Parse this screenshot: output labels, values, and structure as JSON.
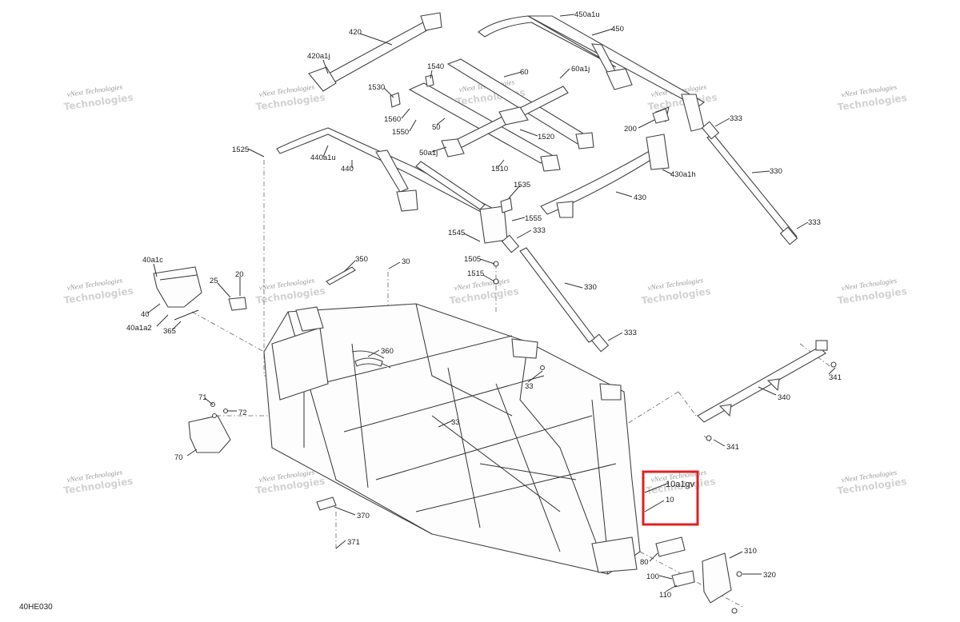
{
  "drawing_code": "40HE030",
  "watermark": {
    "line1": "vNext Technologies",
    "line2": "Technologies"
  },
  "highlight": {
    "color": "#e02020"
  },
  "labels": [
    {
      "id": "420",
      "text": "420"
    },
    {
      "id": "420a1j",
      "text": "420a1j"
    },
    {
      "id": "450a1u",
      "text": "450a1u"
    },
    {
      "id": "450",
      "text": "450"
    },
    {
      "id": "1540",
      "text": "1540"
    },
    {
      "id": "60",
      "text": "60"
    },
    {
      "id": "60a1j",
      "text": "60a1j"
    },
    {
      "id": "1530",
      "text": "1530"
    },
    {
      "id": "1560",
      "text": "1560"
    },
    {
      "id": "50",
      "text": "50"
    },
    {
      "id": "1550",
      "text": "1550"
    },
    {
      "id": "1520",
      "text": "1520"
    },
    {
      "id": "200",
      "text": "200"
    },
    {
      "id": "333a",
      "text": "333"
    },
    {
      "id": "1525",
      "text": "1525"
    },
    {
      "id": "440a1u",
      "text": "440a1u"
    },
    {
      "id": "440",
      "text": "440"
    },
    {
      "id": "50a1j",
      "text": "50a1j"
    },
    {
      "id": "1510",
      "text": "1510"
    },
    {
      "id": "330a",
      "text": "330"
    },
    {
      "id": "430a1h",
      "text": "430a1h"
    },
    {
      "id": "1535",
      "text": "1535"
    },
    {
      "id": "430",
      "text": "430"
    },
    {
      "id": "1555",
      "text": "1555"
    },
    {
      "id": "333b",
      "text": "333"
    },
    {
      "id": "333c",
      "text": "333"
    },
    {
      "id": "1545",
      "text": "1545"
    },
    {
      "id": "40a1c",
      "text": "40a1c"
    },
    {
      "id": "350",
      "text": "350"
    },
    {
      "id": "30",
      "text": "30"
    },
    {
      "id": "1505",
      "text": "1505"
    },
    {
      "id": "1515",
      "text": "1515"
    },
    {
      "id": "25",
      "text": "25"
    },
    {
      "id": "20",
      "text": "20"
    },
    {
      "id": "330b",
      "text": "330"
    },
    {
      "id": "40",
      "text": "40"
    },
    {
      "id": "40a1a2",
      "text": "40a1a2"
    },
    {
      "id": "365",
      "text": "365"
    },
    {
      "id": "333d",
      "text": "333"
    },
    {
      "id": "360",
      "text": "360"
    },
    {
      "id": "341a",
      "text": "341"
    },
    {
      "id": "33a",
      "text": "33"
    },
    {
      "id": "340",
      "text": "340"
    },
    {
      "id": "71",
      "text": "71"
    },
    {
      "id": "72",
      "text": "72"
    },
    {
      "id": "33b",
      "text": "33"
    },
    {
      "id": "341b",
      "text": "341"
    },
    {
      "id": "70",
      "text": "70"
    },
    {
      "id": "10a1gv",
      "text": "10a1gv"
    },
    {
      "id": "10",
      "text": "10"
    },
    {
      "id": "370",
      "text": "370"
    },
    {
      "id": "371",
      "text": "371"
    },
    {
      "id": "310",
      "text": "310"
    },
    {
      "id": "80",
      "text": "80"
    },
    {
      "id": "100",
      "text": "100"
    },
    {
      "id": "320",
      "text": "320"
    },
    {
      "id": "110",
      "text": "110"
    }
  ]
}
